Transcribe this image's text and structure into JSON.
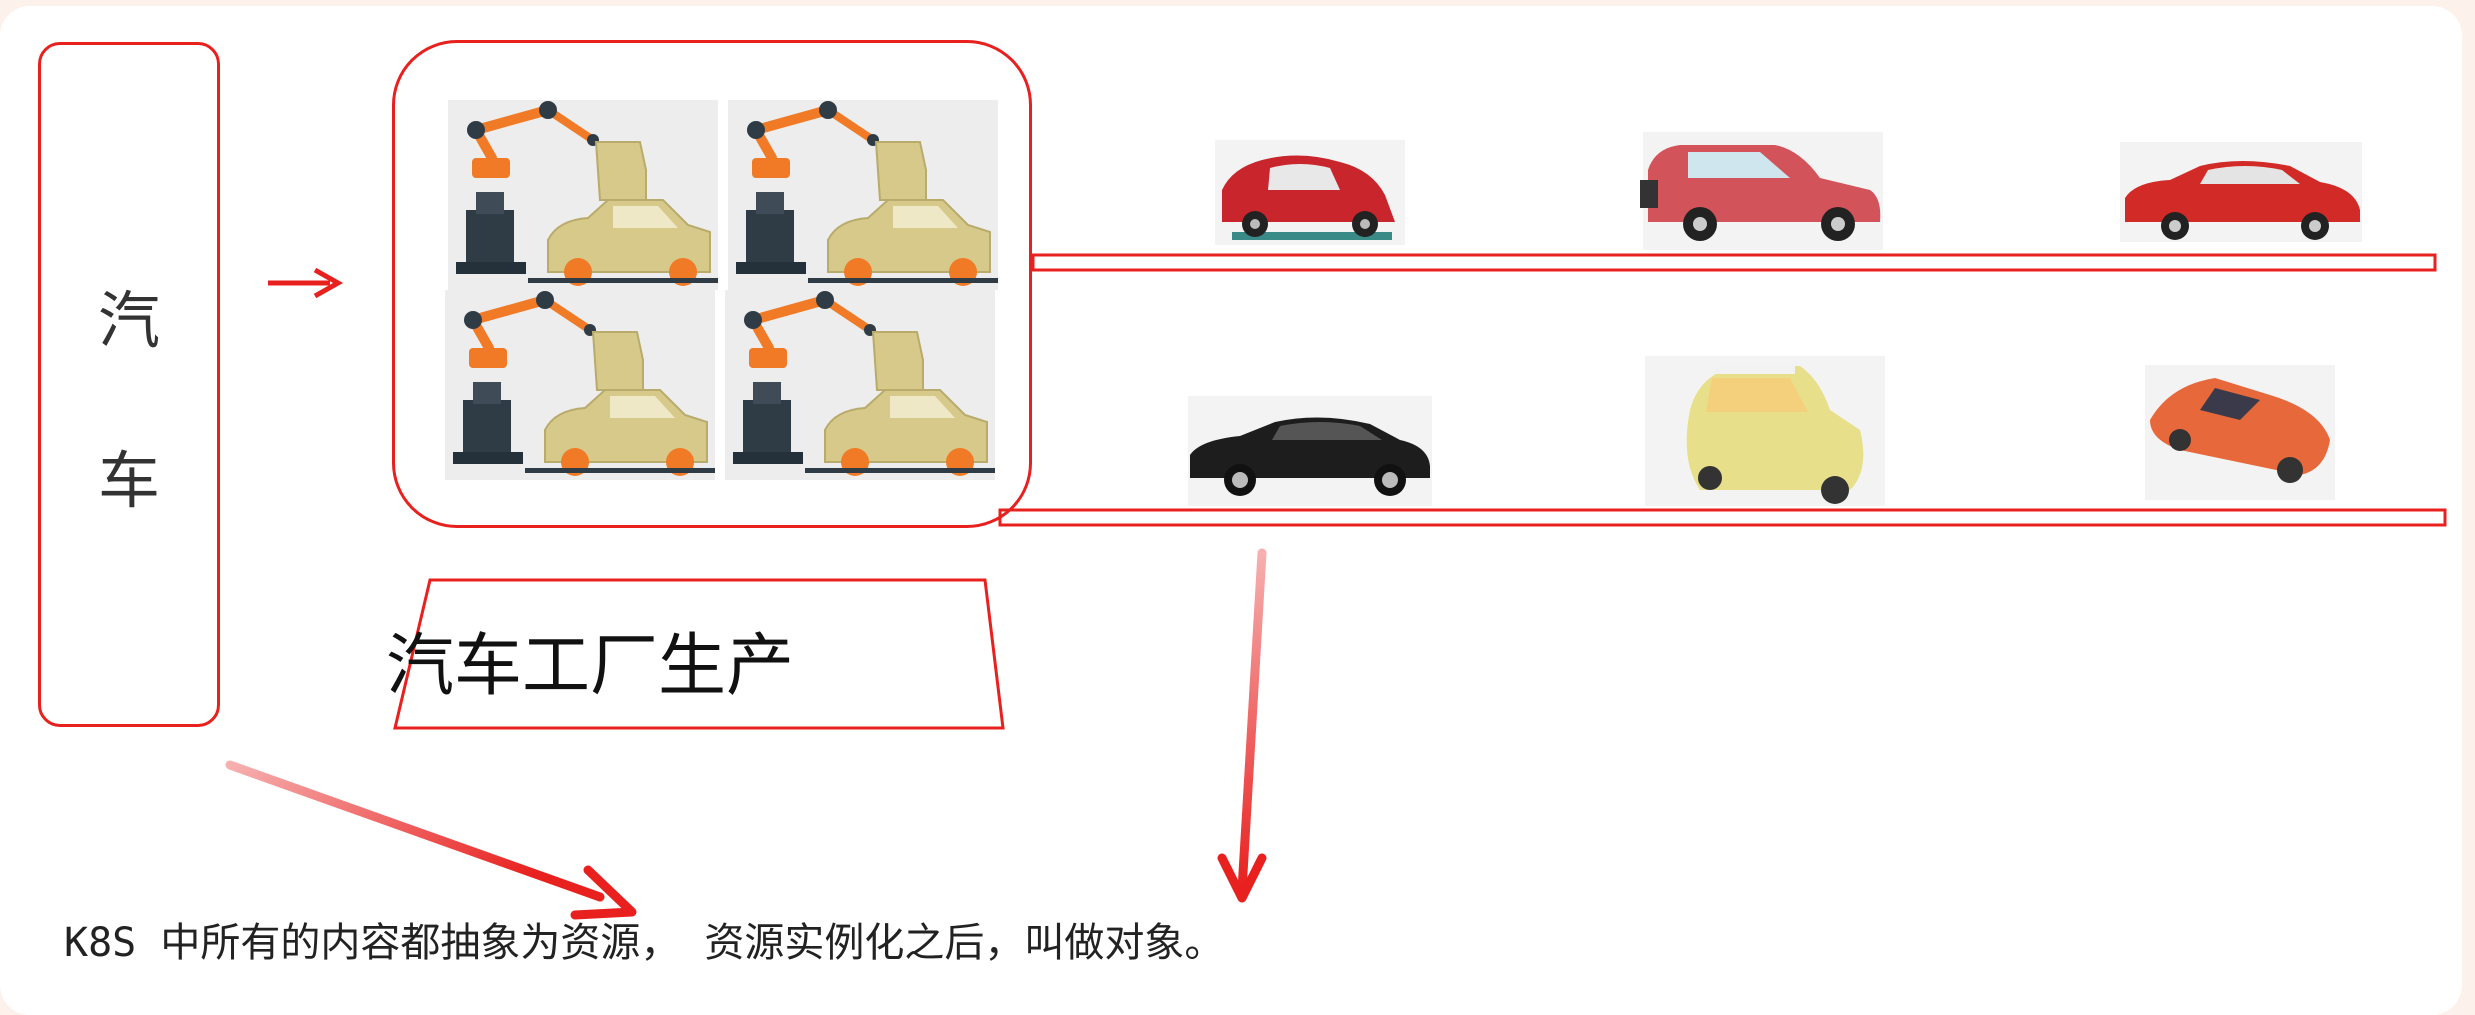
{
  "left_label": {
    "char1": "汽",
    "char2": "车"
  },
  "factory_caption": "汽车工厂生产",
  "footer_text": "K8S 中所有的内容都抽象为资源， 资源实例化之后，叫做对象。",
  "colors": {
    "accent": "#e8201e",
    "background": "#fdf1ec"
  },
  "icons": [
    "robot-arm-icon",
    "car-icon"
  ],
  "cars": {
    "row1": [
      "red-beetle-car",
      "red-hatchback-car",
      "red-sedan-car"
    ],
    "row2": [
      "black-sedan-car",
      "yellow-cartoon-car",
      "orange-sports-car"
    ]
  }
}
